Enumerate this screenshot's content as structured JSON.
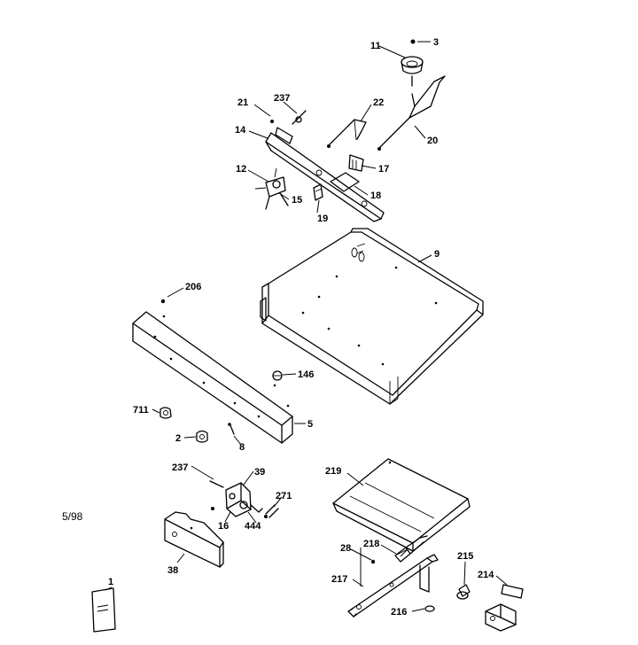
{
  "diagram": {
    "date_code": "5/98",
    "callouts": [
      "11",
      "3",
      "21",
      "237",
      "22",
      "14",
      "20",
      "17",
      "12",
      "15",
      "18",
      "19",
      "9",
      "206",
      "146",
      "711",
      "5",
      "2",
      "8",
      "237",
      "39",
      "219",
      "271",
      "16",
      "444",
      "38",
      "28",
      "218",
      "215",
      "1",
      "217",
      "214",
      "216"
    ]
  }
}
